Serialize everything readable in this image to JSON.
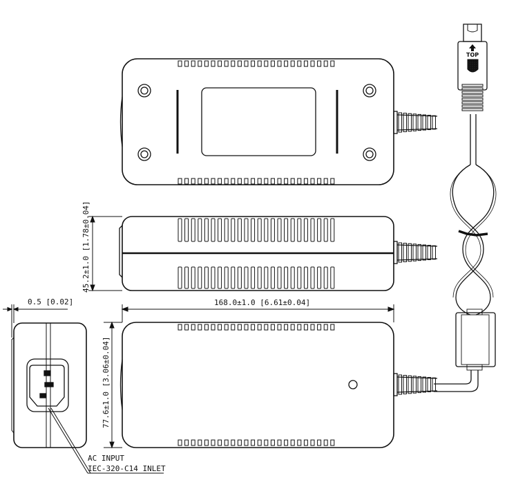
{
  "dimensions": {
    "height": "45.2±1.0 [1.78±0.04]",
    "length": "168.0±1.0 [6.61±0.04]",
    "width": "77.6±1.0 [3.06±0.04]",
    "foot": "0.5 [0.02]"
  },
  "callout": {
    "line1": "AC INPUT",
    "line2": "IEC-320-C14 INLET"
  },
  "connector": {
    "orientation_label": "TOP"
  },
  "colors": {
    "stroke": "#111111",
    "background": "#ffffff"
  }
}
